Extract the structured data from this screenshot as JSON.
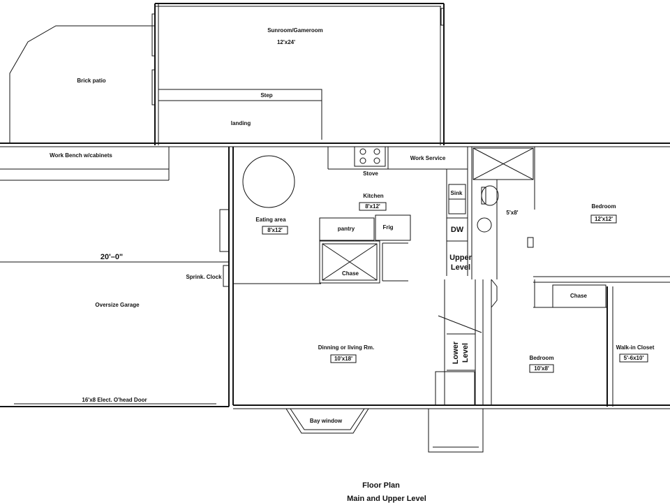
{
  "rooms": {
    "sunroom": {
      "name": "Sunroom/Gameroom",
      "size": "12'x24'"
    },
    "brick_patio": "Brick patio",
    "step": "Step",
    "landing": "landing",
    "work_bench": "Work Bench w/cabinets",
    "stove": "Stove",
    "work_service": "Work Service",
    "kitchen": {
      "name": "Kitchen",
      "size": "8'x12'"
    },
    "sink": "Sink",
    "eating_area": {
      "name": "Eating area",
      "size": "8'x12'"
    },
    "pantry": "pantry",
    "frig": "Frig",
    "dw": "DW",
    "chase_kitchen": "Chase",
    "upper_level": [
      "Upper",
      "Level"
    ],
    "bath_size": "5'x8'",
    "bedroom_main": {
      "name": "Bedroom",
      "size": "12'x12'"
    },
    "chase_bedroom": "Chase",
    "garage_dim": "20'–0\"",
    "sprink_clock": "Sprink. Clock",
    "garage": "Oversize Garage",
    "garage_door": "16'x8 Elect. O'head Door",
    "dining": {
      "name": "Dinning or living Rm.",
      "size": "10'x18'"
    },
    "lower_level": [
      "Lower",
      "Level"
    ],
    "bedroom_small": {
      "name": "Bedroom",
      "size": "10'x8'"
    },
    "walkin": {
      "name": "Walk-in Closet",
      "size": "5'-6x10'"
    },
    "bay_window": "Bay window"
  },
  "title": {
    "line1": "Floor Plan",
    "line2": "Main and Upper Level"
  }
}
